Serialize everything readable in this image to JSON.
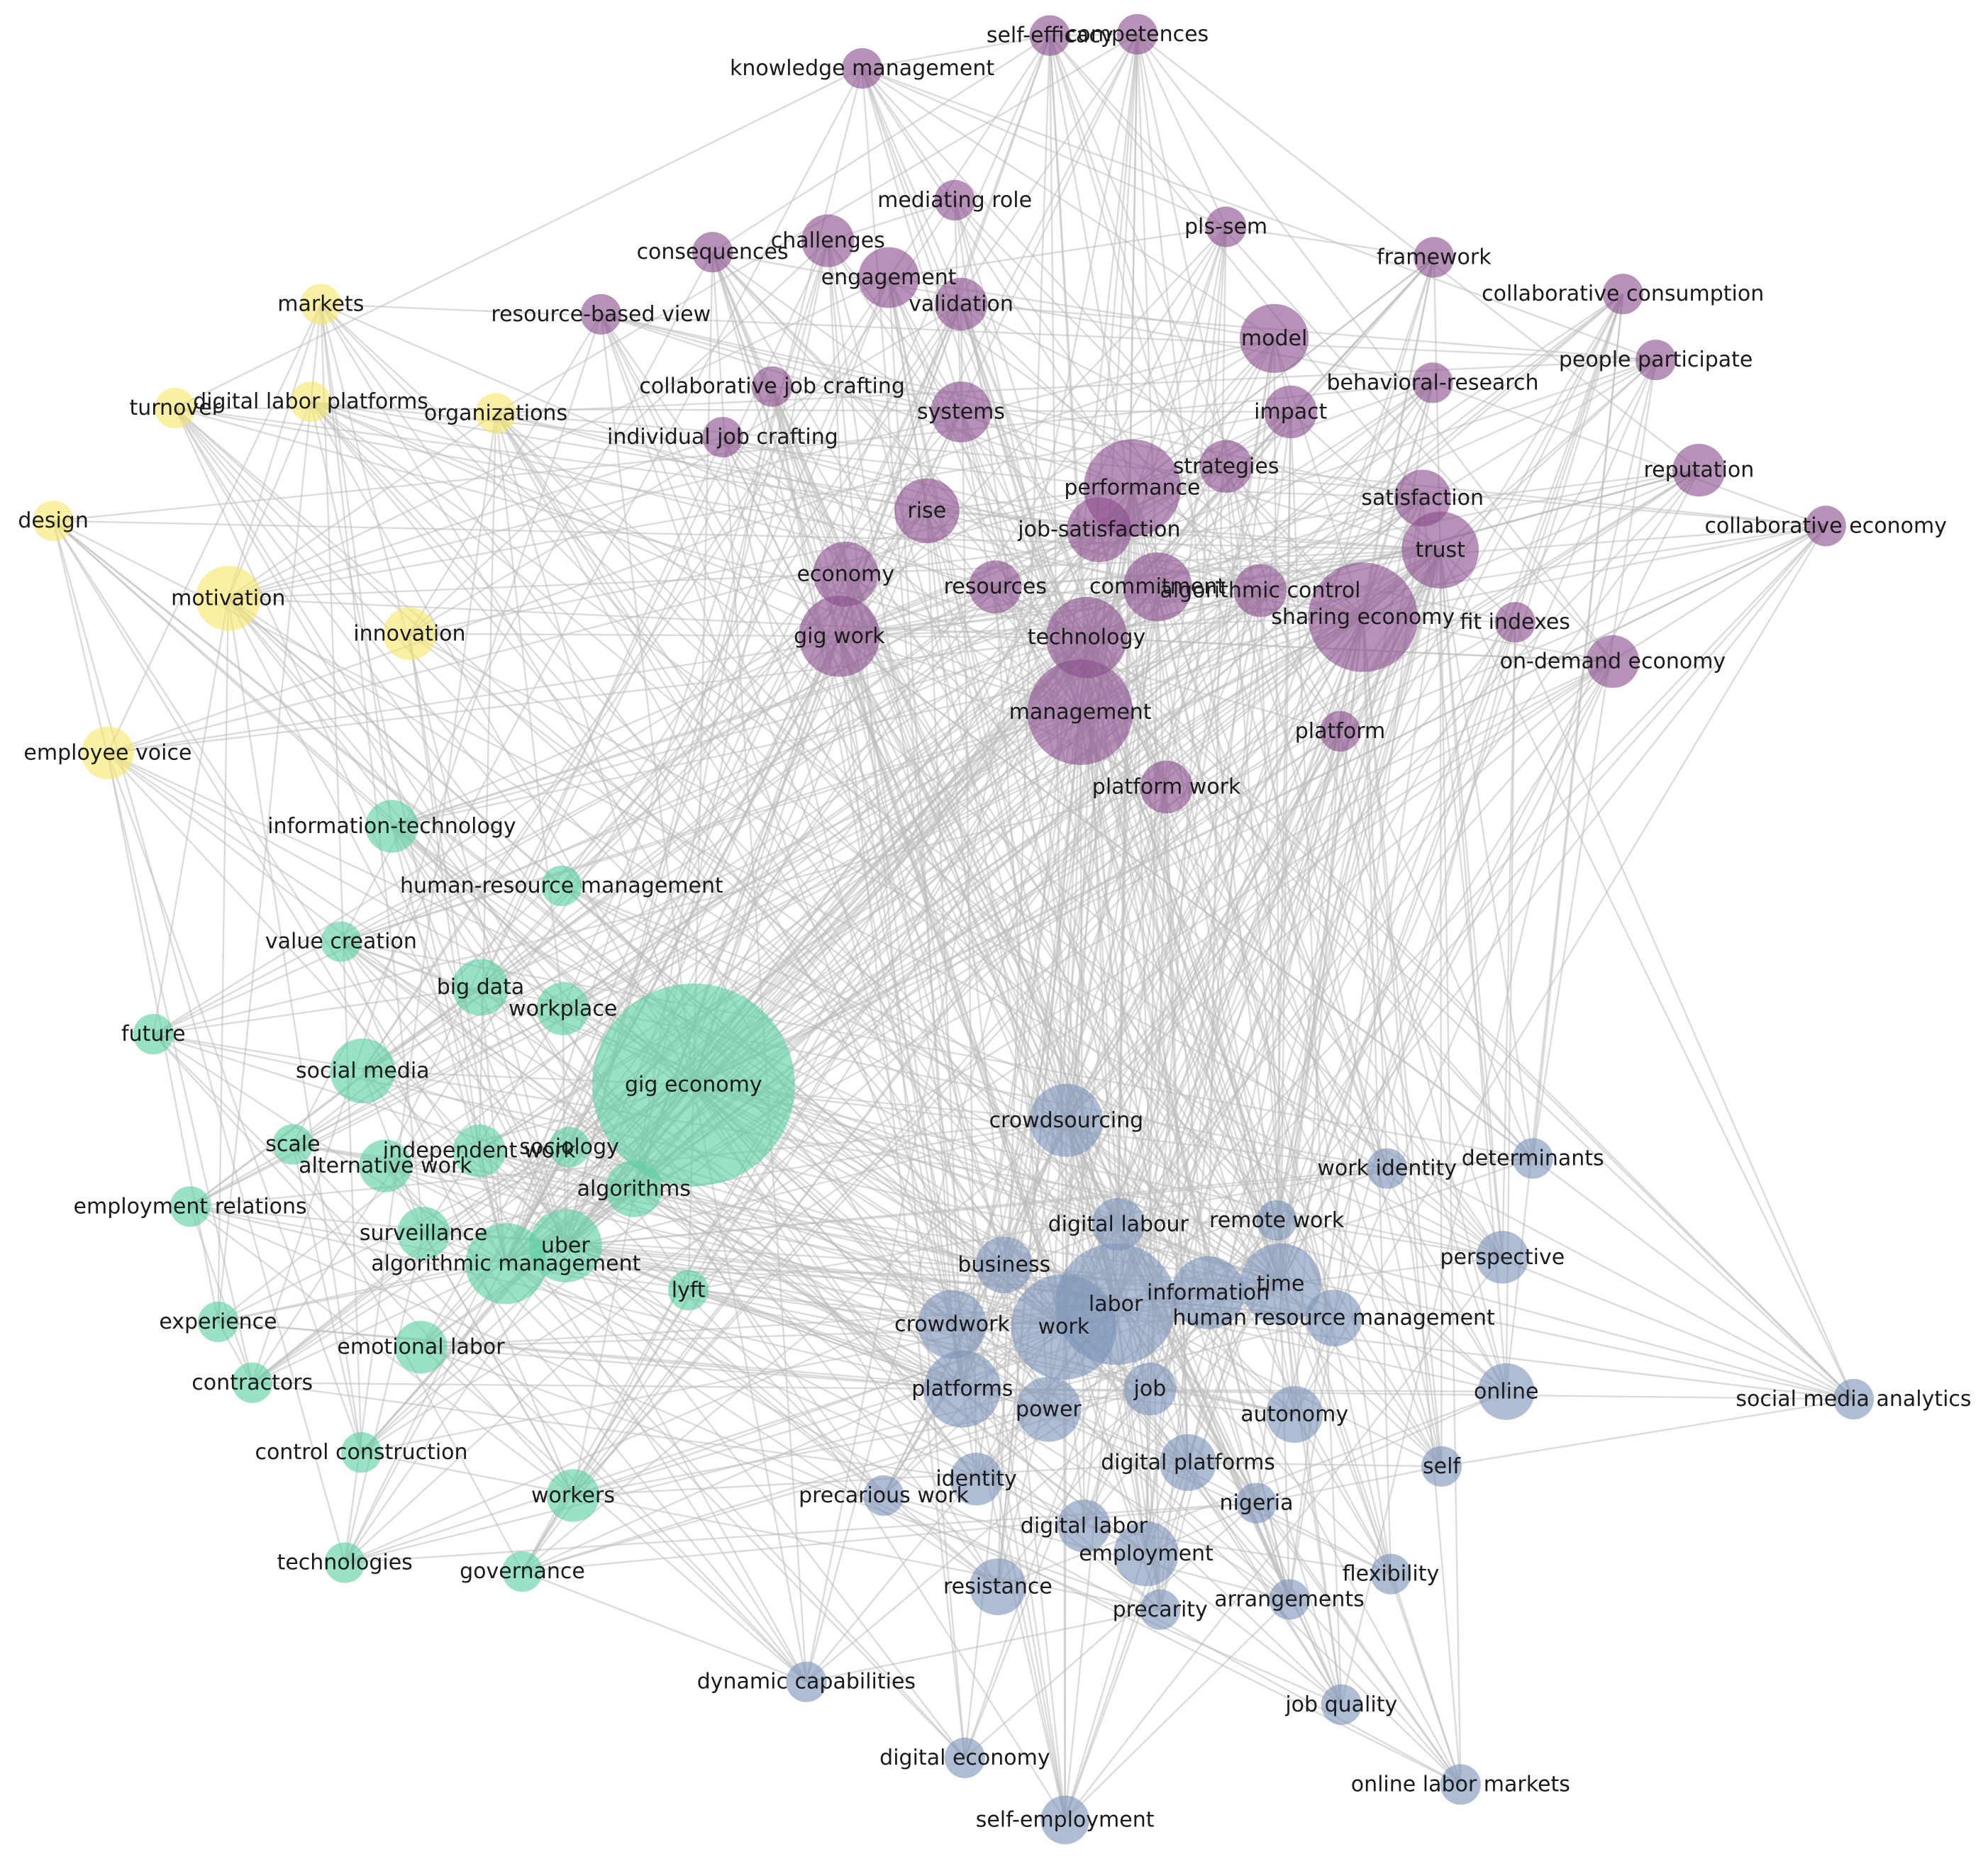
{
  "colors": {
    "cluster1": "#f7e76a",
    "cluster2": "#5cd0a2",
    "cluster3": "#7d95b8",
    "cluster4": "#8a4f8d",
    "edge": "#bdbdbd"
  },
  "nodes": [
    {
      "label": "self-efficacy",
      "cluster": "cluster4",
      "size": 1
    },
    {
      "label": "competences",
      "cluster": "cluster4",
      "size": 1
    },
    {
      "label": "knowledge management",
      "cluster": "cluster4",
      "size": 1
    },
    {
      "label": "mediating role",
      "cluster": "cluster4",
      "size": 1
    },
    {
      "label": "consequences",
      "cluster": "cluster4",
      "size": 1
    },
    {
      "label": "challenges",
      "cluster": "cluster4",
      "size": 1.3
    },
    {
      "label": "engagement",
      "cluster": "cluster4",
      "size": 1.5
    },
    {
      "label": "resource-based view",
      "cluster": "cluster4",
      "size": 1
    },
    {
      "label": "validation",
      "cluster": "cluster4",
      "size": 1.3
    },
    {
      "label": "pls-sem",
      "cluster": "cluster4",
      "size": 1
    },
    {
      "label": "framework",
      "cluster": "cluster4",
      "size": 1
    },
    {
      "label": "collaborative consumption",
      "cluster": "cluster4",
      "size": 1
    },
    {
      "label": "model",
      "cluster": "cluster4",
      "size": 1.7
    },
    {
      "label": "behavioral-research",
      "cluster": "cluster4",
      "size": 1
    },
    {
      "label": "people participate",
      "cluster": "cluster4",
      "size": 1
    },
    {
      "label": "collaborative job crafting",
      "cluster": "cluster4",
      "size": 1
    },
    {
      "label": "systems",
      "cluster": "cluster4",
      "size": 1.5
    },
    {
      "label": "impact",
      "cluster": "cluster4",
      "size": 1.3
    },
    {
      "label": "individual job crafting",
      "cluster": "cluster4",
      "size": 1
    },
    {
      "label": "strategies",
      "cluster": "cluster4",
      "size": 1.3
    },
    {
      "label": "performance",
      "cluster": "cluster4",
      "size": 2.4
    },
    {
      "label": "reputation",
      "cluster": "cluster4",
      "size": 1.3
    },
    {
      "label": "rise",
      "cluster": "cluster4",
      "size": 1.6
    },
    {
      "label": "satisfaction",
      "cluster": "cluster4",
      "size": 1.4
    },
    {
      "label": "job-satisfaction",
      "cluster": "cluster4",
      "size": 1.6
    },
    {
      "label": "trust",
      "cluster": "cluster4",
      "size": 1.9
    },
    {
      "label": "collaborative economy",
      "cluster": "cluster4",
      "size": 1
    },
    {
      "label": "economy",
      "cluster": "cluster4",
      "size": 1.6
    },
    {
      "label": "resources",
      "cluster": "cluster4",
      "size": 1.3
    },
    {
      "label": "commitment",
      "cluster": "cluster4",
      "size": 1.7
    },
    {
      "label": "algorithmic control",
      "cluster": "cluster4",
      "size": 1.3
    },
    {
      "label": "sharing economy",
      "cluster": "cluster4",
      "size": 2.7
    },
    {
      "label": "fit indexes",
      "cluster": "cluster4",
      "size": 1
    },
    {
      "label": "gig work",
      "cluster": "cluster4",
      "size": 2
    },
    {
      "label": "technology",
      "cluster": "cluster4",
      "size": 2
    },
    {
      "label": "on-demand economy",
      "cluster": "cluster4",
      "size": 1.3
    },
    {
      "label": "management",
      "cluster": "cluster4",
      "size": 2.6
    },
    {
      "label": "platform",
      "cluster": "cluster4",
      "size": 1
    },
    {
      "label": "platform work",
      "cluster": "cluster4",
      "size": 1.3
    },
    {
      "label": "markets",
      "cluster": "cluster1",
      "size": 1
    },
    {
      "label": "turnover",
      "cluster": "cluster1",
      "size": 1
    },
    {
      "label": "digital labor platforms",
      "cluster": "cluster1",
      "size": 1
    },
    {
      "label": "organizations",
      "cluster": "cluster1",
      "size": 1
    },
    {
      "label": "design",
      "cluster": "cluster1",
      "size": 1
    },
    {
      "label": "motivation",
      "cluster": "cluster1",
      "size": 1.6
    },
    {
      "label": "innovation",
      "cluster": "cluster1",
      "size": 1.3
    },
    {
      "label": "employee voice",
      "cluster": "cluster1",
      "size": 1.3
    },
    {
      "label": "information-technology",
      "cluster": "cluster2",
      "size": 1.3
    },
    {
      "label": "human-resource management",
      "cluster": "cluster2",
      "size": 1
    },
    {
      "label": "value creation",
      "cluster": "cluster2",
      "size": 1
    },
    {
      "label": "big data",
      "cluster": "cluster2",
      "size": 1.4
    },
    {
      "label": "workplace",
      "cluster": "cluster2",
      "size": 1.3
    },
    {
      "label": "future",
      "cluster": "cluster2",
      "size": 1
    },
    {
      "label": "social media",
      "cluster": "cluster2",
      "size": 1.6
    },
    {
      "label": "gig economy",
      "cluster": "cluster2",
      "size": 5
    },
    {
      "label": "scale",
      "cluster": "cluster2",
      "size": 1
    },
    {
      "label": "independent work",
      "cluster": "cluster2",
      "size": 1.3
    },
    {
      "label": "sociology",
      "cluster": "cluster2",
      "size": 1
    },
    {
      "label": "alternative work",
      "cluster": "cluster2",
      "size": 1.3
    },
    {
      "label": "algorithms",
      "cluster": "cluster2",
      "size": 1.4
    },
    {
      "label": "employment relations",
      "cluster": "cluster2",
      "size": 1
    },
    {
      "label": "surveillance",
      "cluster": "cluster2",
      "size": 1.3
    },
    {
      "label": "uber",
      "cluster": "cluster2",
      "size": 1.8
    },
    {
      "label": "algorithmic management",
      "cluster": "cluster2",
      "size": 2
    },
    {
      "label": "lyft",
      "cluster": "cluster2",
      "size": 1
    },
    {
      "label": "experience",
      "cluster": "cluster2",
      "size": 1
    },
    {
      "label": "emotional labor",
      "cluster": "cluster2",
      "size": 1.3
    },
    {
      "label": "contractors",
      "cluster": "cluster2",
      "size": 1
    },
    {
      "label": "control construction",
      "cluster": "cluster2",
      "size": 1
    },
    {
      "label": "workers",
      "cluster": "cluster2",
      "size": 1.3
    },
    {
      "label": "technologies",
      "cluster": "cluster2",
      "size": 1
    },
    {
      "label": "governance",
      "cluster": "cluster2",
      "size": 1
    },
    {
      "label": "crowdsourcing",
      "cluster": "cluster3",
      "size": 1.8
    },
    {
      "label": "work identity",
      "cluster": "cluster3",
      "size": 1
    },
    {
      "label": "determinants",
      "cluster": "cluster3",
      "size": 1
    },
    {
      "label": "digital labour",
      "cluster": "cluster3",
      "size": 1.3
    },
    {
      "label": "remote work",
      "cluster": "cluster3",
      "size": 1
    },
    {
      "label": "perspective",
      "cluster": "cluster3",
      "size": 1.3
    },
    {
      "label": "business",
      "cluster": "cluster3",
      "size": 1.4
    },
    {
      "label": "labor",
      "cluster": "cluster3",
      "size": 3
    },
    {
      "label": "information",
      "cluster": "cluster3",
      "size": 1.8
    },
    {
      "label": "time",
      "cluster": "cluster3",
      "size": 2
    },
    {
      "label": "crowdwork",
      "cluster": "cluster3",
      "size": 1.7
    },
    {
      "label": "work",
      "cluster": "cluster3",
      "size": 2.6
    },
    {
      "label": "human resource management",
      "cluster": "cluster3",
      "size": 1.4
    },
    {
      "label": "platforms",
      "cluster": "cluster3",
      "size": 1.9
    },
    {
      "label": "job",
      "cluster": "cluster3",
      "size": 1.3
    },
    {
      "label": "power",
      "cluster": "cluster3",
      "size": 1.6
    },
    {
      "label": "autonomy",
      "cluster": "cluster3",
      "size": 1.4
    },
    {
      "label": "online",
      "cluster": "cluster3",
      "size": 1.4
    },
    {
      "label": "social media analytics",
      "cluster": "cluster3",
      "size": 1
    },
    {
      "label": "identity",
      "cluster": "cluster3",
      "size": 1.3
    },
    {
      "label": "digital platforms",
      "cluster": "cluster3",
      "size": 1.4
    },
    {
      "label": "self",
      "cluster": "cluster3",
      "size": 1
    },
    {
      "label": "precarious work",
      "cluster": "cluster3",
      "size": 1
    },
    {
      "label": "nigeria",
      "cluster": "cluster3",
      "size": 1
    },
    {
      "label": "digital labor",
      "cluster": "cluster3",
      "size": 1.3
    },
    {
      "label": "employment",
      "cluster": "cluster3",
      "size": 1.6
    },
    {
      "label": "resistance",
      "cluster": "cluster3",
      "size": 1.4
    },
    {
      "label": "flexibility",
      "cluster": "cluster3",
      "size": 1
    },
    {
      "label": "precarity",
      "cluster": "cluster3",
      "size": 1
    },
    {
      "label": "arrangements",
      "cluster": "cluster3",
      "size": 1
    },
    {
      "label": "dynamic capabilities",
      "cluster": "cluster3",
      "size": 1
    },
    {
      "label": "job quality",
      "cluster": "cluster3",
      "size": 1
    },
    {
      "label": "digital economy",
      "cluster": "cluster3",
      "size": 1
    },
    {
      "label": "online labor markets",
      "cluster": "cluster3",
      "size": 1
    },
    {
      "label": "self-employment",
      "cluster": "cluster3",
      "size": 1.2
    }
  ]
}
